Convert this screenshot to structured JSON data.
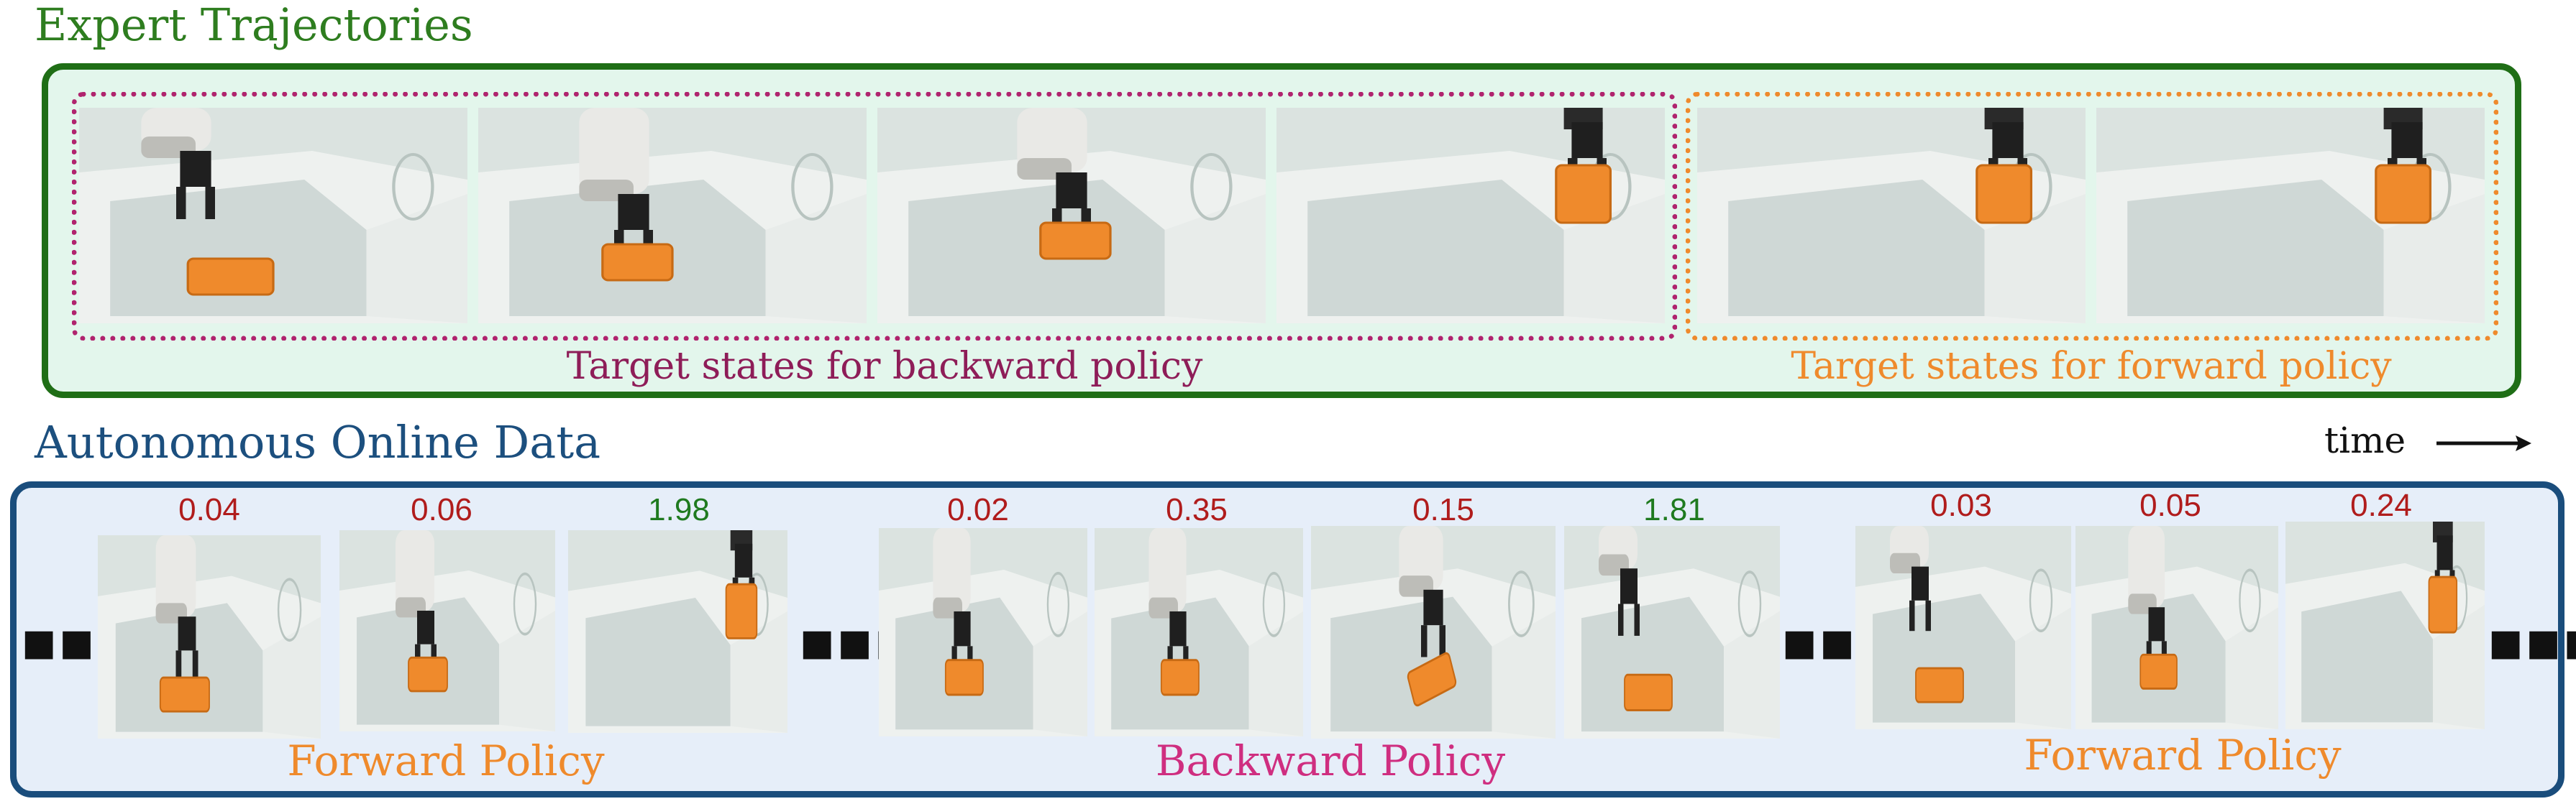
{
  "expert": {
    "title": "Expert Trajectories",
    "backward_caption": "Target states for backward policy",
    "forward_caption": "Target states for forward policy",
    "frame_description": "robot arm gripper placing orange block in white bin",
    "colors": {
      "panel_border": "#1f6e16",
      "panel_fill": "#e3f6ec",
      "backward": "#b0246e",
      "forward": "#ef8a2c"
    }
  },
  "autonomous": {
    "title": "Autonomous Online Data",
    "time_label": "time",
    "ellipsis": "■■■",
    "groups": [
      {
        "label": "Forward Policy",
        "scores": [
          {
            "value": "0.04",
            "success": false
          },
          {
            "value": "0.06",
            "success": false
          },
          {
            "value": "1.98",
            "success": true
          }
        ]
      },
      {
        "label": "Backward Policy",
        "scores": [
          {
            "value": "0.02",
            "success": false
          },
          {
            "value": "0.35",
            "success": false
          },
          {
            "value": "0.15",
            "success": false
          },
          {
            "value": "1.81",
            "success": true
          }
        ]
      },
      {
        "label": "Forward Policy",
        "scores": [
          {
            "value": "0.03",
            "success": false
          },
          {
            "value": "0.05",
            "success": false
          },
          {
            "value": "0.24",
            "success": false
          }
        ]
      }
    ],
    "colors": {
      "panel_border": "#1a4d7c",
      "panel_fill": "#e6eef9",
      "fail_score": "#b01c1c",
      "success_score": "#1f7a1f",
      "forward": "#ef8a2c",
      "backward": "#cf2e80"
    }
  }
}
